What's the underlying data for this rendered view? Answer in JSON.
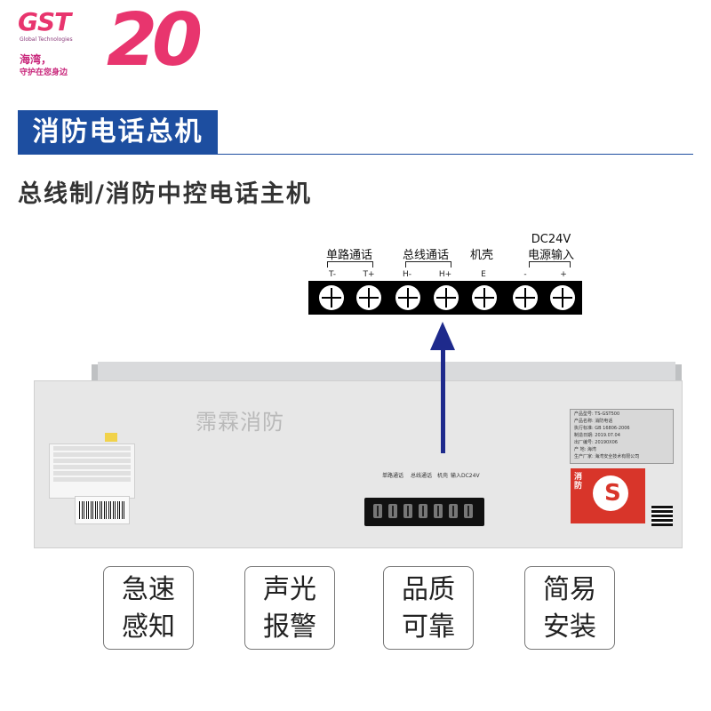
{
  "logo": {
    "brand": "GST",
    "sub": "Global Technologies",
    "number": "20",
    "tagline_1": "海湾，",
    "tagline_2": "守护在您身边"
  },
  "title": "消防电话总机",
  "subtitle": "总线制/消防中控电话主机",
  "terminals": {
    "groups": {
      "single": "单路通话",
      "bus": "总线通话",
      "case": "机壳",
      "power_1": "DC24V",
      "power_2": "电源输入"
    },
    "signs": [
      "T-",
      "T+",
      "H-",
      "H+",
      "E",
      "-",
      "+"
    ]
  },
  "device": {
    "watermark": "霈霖消防",
    "panel_labels": {
      "single": "单路通话",
      "bus": "总线通话",
      "case": "机壳",
      "power": "输入DC24V"
    },
    "nameplate_lines": [
      "产品型号: TS-GST500",
      "产品名称: 消防电话",
      "执行标准: GB 16806-2006",
      "制造日期: 2019.07.04",
      "出厂编号: 20190X06",
      "产    地: 海湾",
      "生产厂家: 海湾安全技术有限公司"
    ],
    "badge_text": "消防",
    "badge_letter": "S"
  },
  "features": [
    {
      "line1": "急速",
      "line2": "感知"
    },
    {
      "line1": "声光",
      "line2": "报警"
    },
    {
      "line1": "品质",
      "line2": "可靠"
    },
    {
      "line1": "简易",
      "line2": "安装"
    }
  ],
  "colors": {
    "banner": "#1d4ea0",
    "arrow": "#1e2a8c",
    "logo_pink": "#e8356e",
    "badge_red": "#d8352a"
  }
}
